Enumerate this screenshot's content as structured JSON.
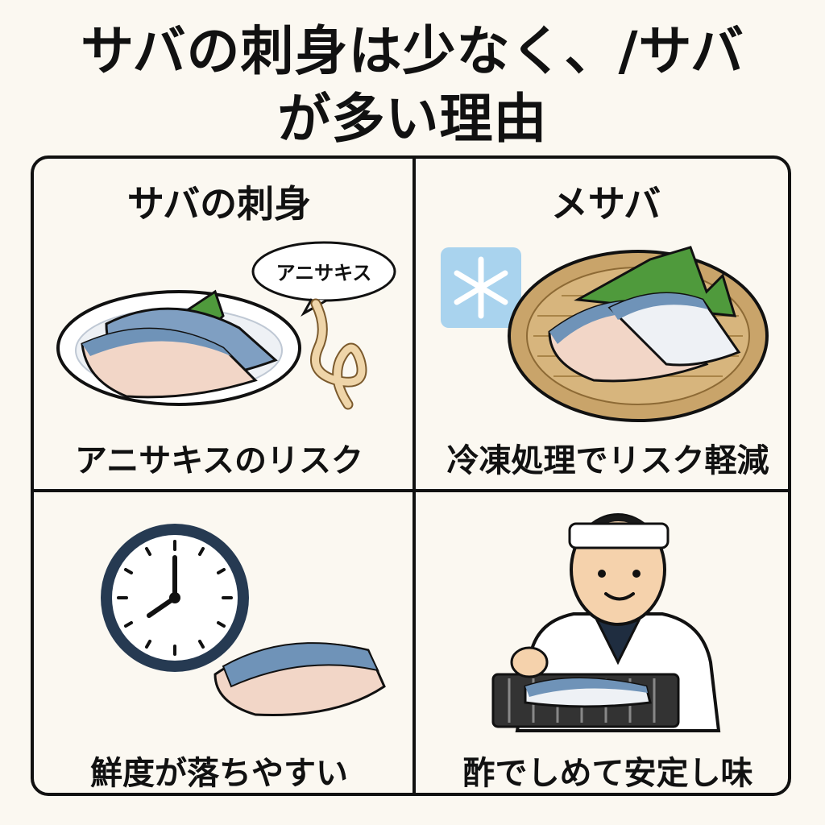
{
  "title": {
    "line1": "サバの刺身は少なく、/サバ",
    "line2": "が多い理由"
  },
  "panels": {
    "top_left": {
      "heading": "サバの刺身",
      "bubble": "アニサキス",
      "caption": "アニサキスのリスク"
    },
    "top_right": {
      "heading": "メサバ",
      "icon": "snowflake-icon",
      "caption": "冷凍処理でリスク軽減"
    },
    "bottom_left": {
      "icon": "clock-icon",
      "caption": "鮮度が落ちやすい"
    },
    "bottom_right": {
      "caption": "酢でしめて安定し味"
    }
  },
  "colors": {
    "background": "#fbf8f1",
    "border": "#111111",
    "fish_blue": "#6f93b8",
    "fish_flesh": "#f1d5c5",
    "shiso_green": "#4f9a3c",
    "bamboo": "#c9a46a",
    "snow_tile": "#a9d3ee",
    "clock_rim": "#263a52"
  }
}
